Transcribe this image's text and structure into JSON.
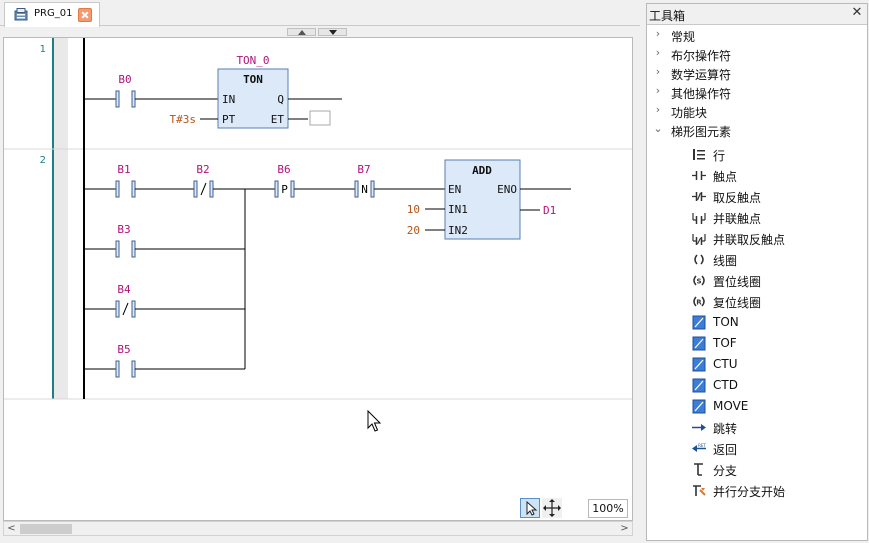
{
  "tabs": [
    {
      "label": "PRG_01",
      "icon": "program-icon",
      "active": true
    }
  ],
  "ld": {
    "networks": [
      {
        "number": "1",
        "contact_label": "B0",
        "block": {
          "instance": "TON_0",
          "type": "TON",
          "inputs": [
            "IN",
            "PT"
          ],
          "outputs": [
            "Q",
            "ET"
          ],
          "pt_value": "T#3s"
        }
      },
      {
        "number": "2",
        "contacts": {
          "b1": "B1",
          "b2": "B2",
          "b3": "B3",
          "b4": "B4",
          "b5": "B5",
          "b6": "B6",
          "b7": "B7"
        },
        "contact_types": {
          "b2": "/",
          "b4": "/",
          "b6": "P",
          "b7": "N"
        },
        "block": {
          "type": "ADD",
          "inputs": [
            "EN",
            "IN1",
            "IN2"
          ],
          "outputs": [
            "ENO"
          ],
          "in1_value": "10",
          "in2_value": "20",
          "output_var": "D1"
        }
      }
    ],
    "colors": {
      "variable": "#b0137a",
      "constant": "#b25415",
      "block_fill": "#dce9f8",
      "block_border": "#5a7fb0",
      "network_line": "#1b7f84",
      "wire": "#000000"
    }
  },
  "bottom": {
    "zoom": "100%",
    "tools": [
      "pointer-icon",
      "pan-icon"
    ]
  },
  "toolbox": {
    "title": "工具箱",
    "categories": [
      {
        "label": "常规",
        "expanded": false
      },
      {
        "label": "布尔操作符",
        "expanded": false
      },
      {
        "label": "数学运算符",
        "expanded": false
      },
      {
        "label": "其他操作符",
        "expanded": false
      },
      {
        "label": "功能块",
        "expanded": false
      },
      {
        "label": "梯形图元素",
        "expanded": true
      }
    ],
    "items": [
      {
        "label": "行",
        "icon": "rung-icon"
      },
      {
        "label": "触点",
        "icon": "contact-icon"
      },
      {
        "label": "取反触点",
        "icon": "negated-contact-icon"
      },
      {
        "label": "并联触点",
        "icon": "parallel-contact-icon"
      },
      {
        "label": "并联取反触点",
        "icon": "parallel-negated-contact-icon"
      },
      {
        "label": "线圈",
        "icon": "coil-icon"
      },
      {
        "label": "置位线圈",
        "icon": "set-coil-icon"
      },
      {
        "label": "复位线圈",
        "icon": "reset-coil-icon"
      },
      {
        "label": "TON",
        "icon": "block-icon"
      },
      {
        "label": "TOF",
        "icon": "block-icon"
      },
      {
        "label": "CTU",
        "icon": "block-icon"
      },
      {
        "label": "CTD",
        "icon": "block-icon"
      },
      {
        "label": "MOVE",
        "icon": "block-icon"
      },
      {
        "label": "跳转",
        "icon": "jump-icon"
      },
      {
        "label": "返回",
        "icon": "return-icon"
      },
      {
        "label": "分支",
        "icon": "branch-icon"
      },
      {
        "label": "并行分支开始",
        "icon": "parallel-branch-start-icon"
      }
    ]
  }
}
